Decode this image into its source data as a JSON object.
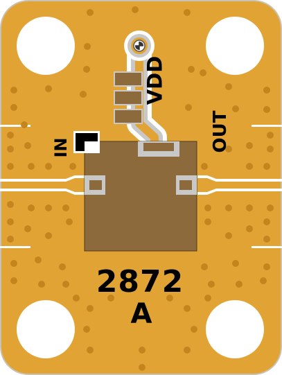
{
  "board": {
    "colors": {
      "gold": "#E1A434",
      "board_edge": "#C9C2B4",
      "hole": "#FFFFFF",
      "trace": "#C8C8C8",
      "via": "#C4841E",
      "die_pad": "#8C6A3C",
      "silkscreen": "#000000"
    },
    "labels": {
      "vdd": "VDD",
      "input": "IN",
      "output": "OUT",
      "part_number": "2872",
      "revision": "A"
    },
    "icons": {
      "pin1_marker": "pin1-marker-icon",
      "bias_via": "crosshair-via-icon"
    }
  }
}
